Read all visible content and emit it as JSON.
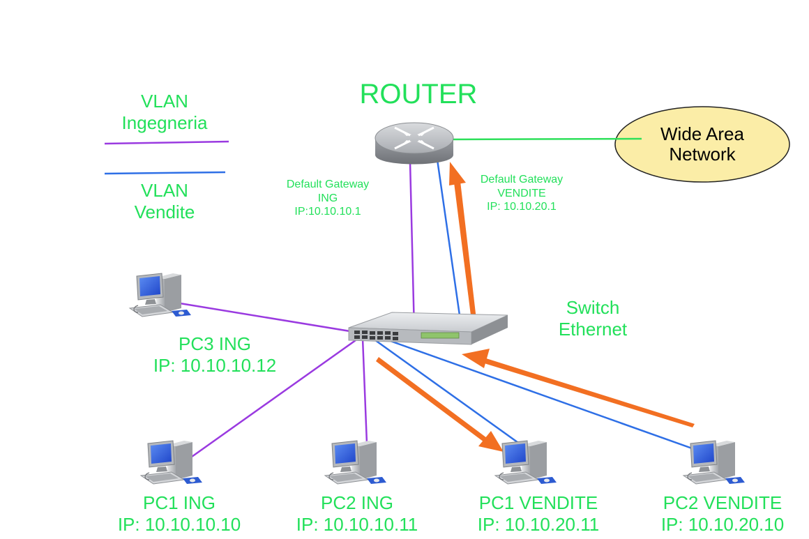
{
  "router": {
    "title": "ROUTER"
  },
  "wan": {
    "line1": "Wide Area",
    "line2": "Network"
  },
  "legend": {
    "ing_line1": "VLAN",
    "ing_line2": "Ingegneria",
    "vendite_line1": "VLAN",
    "vendite_line2": "Vendite"
  },
  "gateways": {
    "ing": {
      "line1": "Default Gateway",
      "line2": "ING",
      "line3": "IP:10.10.10.1"
    },
    "vendite": {
      "line1": "Default Gateway",
      "line2": "VENDITE",
      "line3": "IP: 10.10.20.1"
    }
  },
  "switch": {
    "line1": "Switch",
    "line2": "Ethernet"
  },
  "pcs": {
    "pc3_ing": {
      "name": "PC3 ING",
      "ip": "IP: 10.10.10.12"
    },
    "pc1_ing": {
      "name": "PC1 ING",
      "ip": "IP: 10.10.10.10"
    },
    "pc2_ing": {
      "name": "PC2 ING",
      "ip": "IP: 10.10.10.11"
    },
    "pc1_vendite": {
      "name": "PC1 VENDITE",
      "ip": "IP: 10.10.20.11"
    },
    "pc2_vendite": {
      "name": "PC2 VENDITE",
      "ip": "IP: 10.10.20.10"
    }
  },
  "colors": {
    "ing_vlan": "#9a3ae0",
    "vendite_vlan": "#2e6fe6",
    "wan_link": "#2ee05a",
    "label_text": "#22e05a",
    "traffic_arrow": "#f26f22",
    "wan_cloud_fill": "#fbeda7"
  }
}
